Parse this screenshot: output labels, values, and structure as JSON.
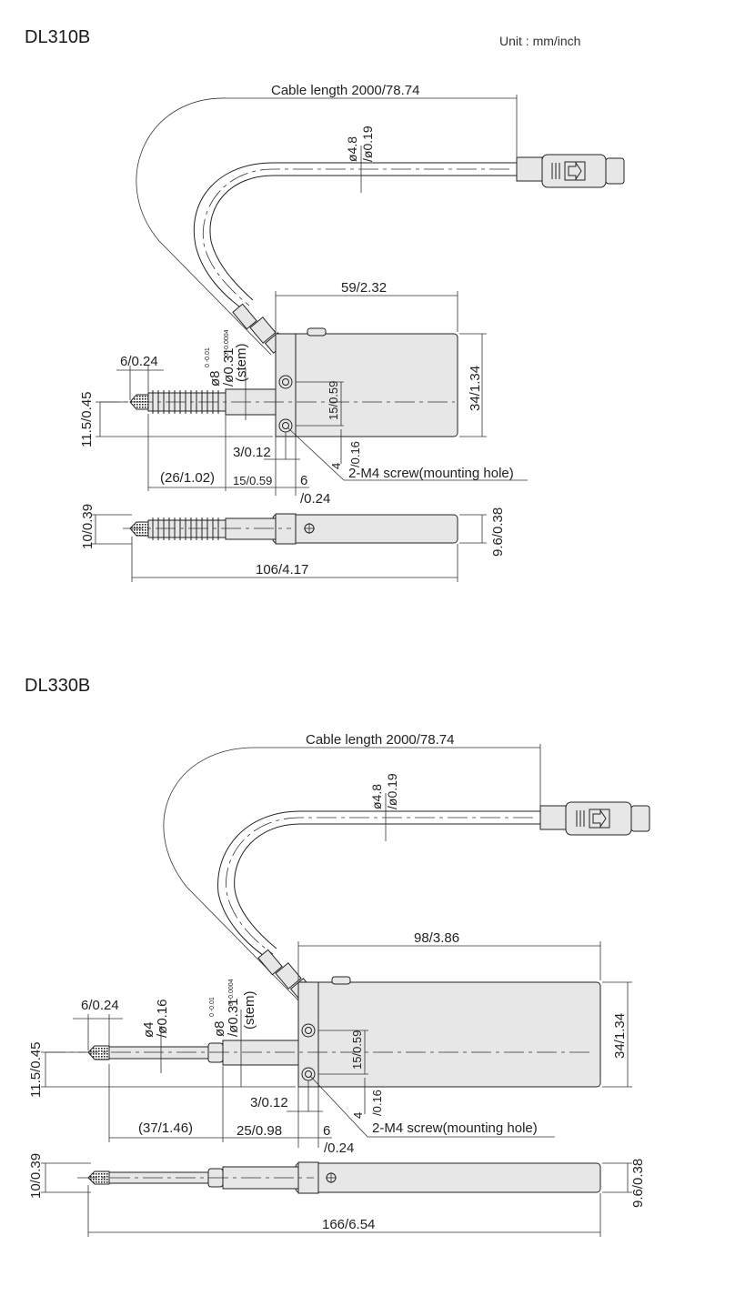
{
  "unit_label": "Unit : mm/inch",
  "models": [
    {
      "title": "DL310B",
      "cable_length": "Cable length  2000/78.74",
      "cable_dia_a": "ø4.8",
      "cable_dia_b": "/ø0.19",
      "width": "59/2.32",
      "height": "34/1.34",
      "hole_pitch": "15/0.59",
      "tip_len": "6/0.24",
      "stem_dia": "ø8",
      "stem_tol": "0 -0.01",
      "stem_inch": "/ø0.31",
      "stem_inch_tol": "0 -0.0004",
      "stem_label": "(stem)",
      "axis_height": "11.5/0.45",
      "offset_3": "3/0.12",
      "dim_4": "4",
      "dim_016": "/0.16",
      "screw_note": "2-M4 screw(mounting hole)",
      "stroke_len": "(26/1.02)",
      "stem_len": "15/0.59",
      "dim_6": "6",
      "dim_024": "/0.24",
      "side_left": "10/0.39",
      "side_right": "9.6/0.38",
      "total_len": "106/4.17"
    },
    {
      "title": "DL330B",
      "cable_length": "Cable length  2000/78.74",
      "cable_dia_a": "ø4.8",
      "cable_dia_b": "/ø0.19",
      "width": "98/3.86",
      "height": "34/1.34",
      "hole_pitch": "15/0.59",
      "tip_len": "6/0.24",
      "spindle_dia_a": "ø4",
      "spindle_dia_b": "/ø0.16",
      "stem_dia": "ø8",
      "stem_tol": "0 -0.01",
      "stem_inch": "/ø0.31",
      "stem_inch_tol": "0 -0.0004",
      "stem_label": "(stem)",
      "axis_height": "11.5/0.45",
      "offset_3": "3/0.12",
      "dim_4": "4",
      "dim_016": "/0.16",
      "screw_note": "2-M4 screw(mounting hole)",
      "stroke_len": "(37/1.46)",
      "stem_len": "25/0.98",
      "dim_6": "6",
      "dim_024": "/0.24",
      "side_left": "10/0.39",
      "side_right": "9.6/0.38",
      "total_len": "166/6.54"
    }
  ]
}
